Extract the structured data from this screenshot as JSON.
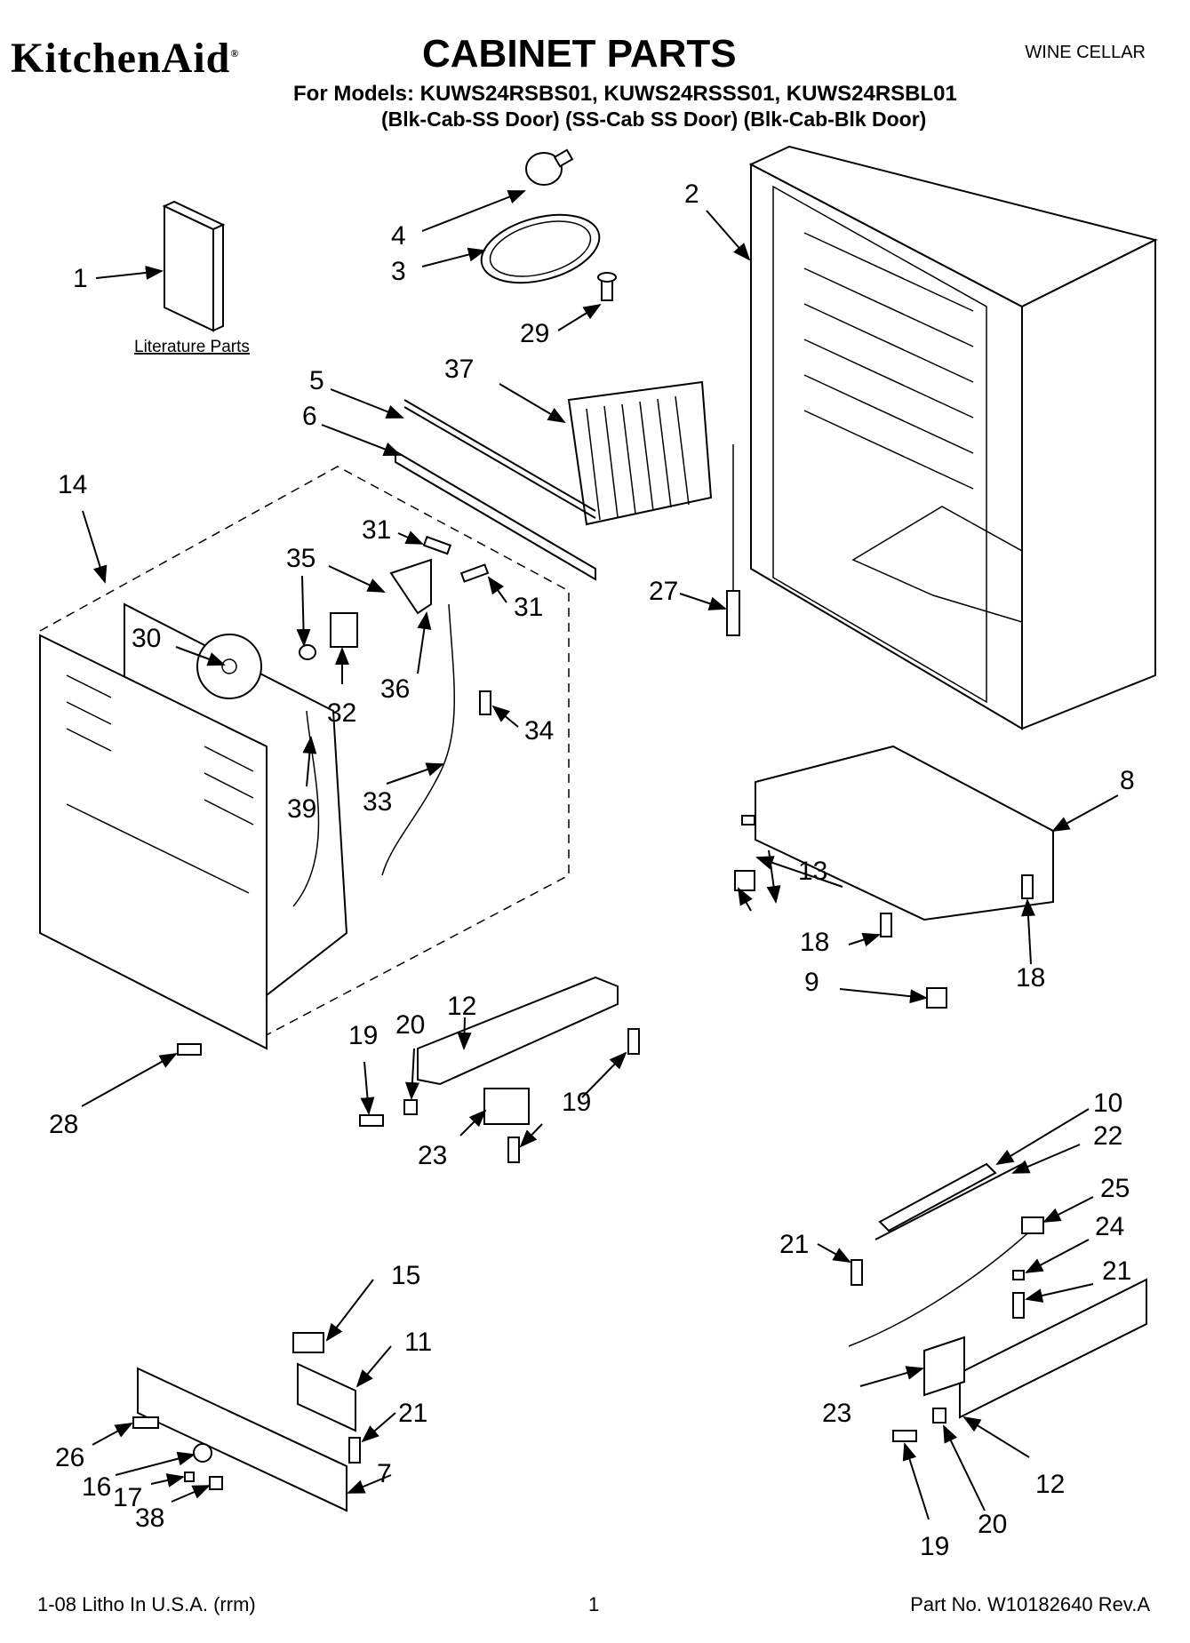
{
  "header": {
    "brand": "KitchenAid",
    "title": "CABINET PARTS",
    "category": "WINE CELLAR",
    "models_line": "For Models: KUWS24RSBS01, KUWS24RSSS01, KUWS24RSBL01",
    "doors_line": "(Blk-Cab-SS Door)  (SS-Cab SS Door) (Blk-Cab-Blk Door)"
  },
  "literature_label": "Literature Parts",
  "callouts": [
    {
      "id": "c1",
      "text": "1"
    },
    {
      "id": "c2",
      "text": "2"
    },
    {
      "id": "c3",
      "text": "3"
    },
    {
      "id": "c4",
      "text": "4"
    },
    {
      "id": "c5",
      "text": "5"
    },
    {
      "id": "c6",
      "text": "6"
    },
    {
      "id": "c7",
      "text": "7"
    },
    {
      "id": "c8",
      "text": "8"
    },
    {
      "id": "c9",
      "text": "9"
    },
    {
      "id": "c10",
      "text": "10"
    },
    {
      "id": "c11",
      "text": "11"
    },
    {
      "id": "c12a",
      "text": "12"
    },
    {
      "id": "c12b",
      "text": "12"
    },
    {
      "id": "c13",
      "text": "13"
    },
    {
      "id": "c14",
      "text": "14"
    },
    {
      "id": "c15",
      "text": "15"
    },
    {
      "id": "c16",
      "text": "16"
    },
    {
      "id": "c17",
      "text": "17"
    },
    {
      "id": "c18a",
      "text": "18"
    },
    {
      "id": "c18b",
      "text": "18"
    },
    {
      "id": "c19a",
      "text": "19"
    },
    {
      "id": "c19b",
      "text": "19"
    },
    {
      "id": "c19c",
      "text": "19"
    },
    {
      "id": "c20a",
      "text": "20"
    },
    {
      "id": "c20b",
      "text": "20"
    },
    {
      "id": "c21a",
      "text": "21"
    },
    {
      "id": "c21b",
      "text": "21"
    },
    {
      "id": "c21c",
      "text": "21"
    },
    {
      "id": "c22",
      "text": "22"
    },
    {
      "id": "c23a",
      "text": "23"
    },
    {
      "id": "c23b",
      "text": "23"
    },
    {
      "id": "c24",
      "text": "24"
    },
    {
      "id": "c25",
      "text": "25"
    },
    {
      "id": "c26",
      "text": "26"
    },
    {
      "id": "c27",
      "text": "27"
    },
    {
      "id": "c28",
      "text": "28"
    },
    {
      "id": "c29",
      "text": "29"
    },
    {
      "id": "c30",
      "text": "30"
    },
    {
      "id": "c31a",
      "text": "31"
    },
    {
      "id": "c31b",
      "text": "31"
    },
    {
      "id": "c32",
      "text": "32"
    },
    {
      "id": "c33",
      "text": "33"
    },
    {
      "id": "c34",
      "text": "34"
    },
    {
      "id": "c35",
      "text": "35"
    },
    {
      "id": "c36",
      "text": "36"
    },
    {
      "id": "c37",
      "text": "37"
    },
    {
      "id": "c38",
      "text": "38"
    },
    {
      "id": "c39",
      "text": "39"
    }
  ],
  "footer": {
    "litho": "1-08 Litho In U.S.A. (rrm)",
    "page": "1",
    "part_no": "Part No. W10182640 Rev.A"
  }
}
